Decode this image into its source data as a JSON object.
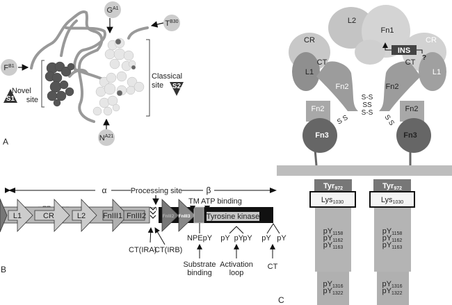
{
  "panel_a": {
    "label": "A",
    "residues": {
      "gA1": {
        "base": "G",
        "sup": "A1"
      },
      "tB30": {
        "base": "T",
        "sup": "B30"
      },
      "fB1": {
        "base": "F",
        "sup": "B1"
      },
      "nA21": {
        "base": "N",
        "sup": "A21"
      }
    },
    "novel_site": [
      "Novel",
      "site"
    ],
    "classical_site": [
      "Classical",
      "site"
    ],
    "s1": "S1",
    "s2": "S2"
  },
  "panel_b": {
    "label": "B",
    "alpha": "α",
    "beta": "β",
    "processing_site": "Processing site",
    "domains": [
      "L1",
      "CR",
      "L2",
      "FnIII1",
      "FnIII2",
      "FnIII2",
      "FnIII3"
    ],
    "tm": "TM",
    "atp_binding": "ATP binding",
    "tyrosine_kinase": "Tyrosine kinase",
    "ct_ira": "CT(IRA)",
    "ct_irb": "CT(IRB)",
    "npepy": "NPEpY",
    "substrate_binding": [
      "Substrate",
      "binding"
    ],
    "activation_pys": "pY  pYpY",
    "activation_loop": [
      "Activation",
      "loop"
    ],
    "ct_pys": [
      "pY",
      "pY"
    ],
    "ct": "CT"
  },
  "panel_c": {
    "label": "C",
    "domains": {
      "l2": "L2",
      "fn1": "Fn1",
      "cr_left": "CR",
      "cr_right": "CR",
      "ins": "INS",
      "question": "?",
      "ct_left": "CT",
      "ct_right": "CT",
      "l1_left": "L1",
      "l1_right": "L1",
      "fn2_left": "Fn2",
      "fn2_right": "Fn2",
      "fn2_lower_left": "Fn2",
      "fn2_lower_right": "Fn2",
      "fn3_left": "Fn3",
      "fn3_right": "Fn3"
    },
    "disulfides": [
      "S-S",
      "SS",
      "S-S"
    ],
    "ss_left": "S S",
    "ss_right": "S S",
    "columns": [
      {
        "tyr": {
          "base": "Tyr",
          "sub": "972"
        },
        "lys": {
          "base": "Lys",
          "sub": "1030"
        },
        "pys": [
          {
            "base": "pY",
            "sub": "1158"
          },
          {
            "base": "pY",
            "sub": "1162"
          },
          {
            "base": "pY",
            "sub": "1163"
          }
        ],
        "ct_pys": [
          {
            "base": "pY",
            "sub": "1316"
          },
          {
            "base": "pY",
            "sub": "1322"
          }
        ]
      },
      {
        "tyr": {
          "base": "Tyr",
          "sub": "972"
        },
        "lys": {
          "base": "Lys",
          "sub": "1030"
        },
        "pys": [
          {
            "base": "pY",
            "sub": "1158"
          },
          {
            "base": "pY",
            "sub": "1162"
          },
          {
            "base": "pY",
            "sub": "1163"
          }
        ],
        "ct_pys": [
          {
            "base": "pY",
            "sub": "1316"
          },
          {
            "base": "pY",
            "sub": "1322"
          }
        ]
      }
    ]
  },
  "colors": {
    "light": "#c8c8c8",
    "mid": "#a6a6a6",
    "dark": "#6e6e6e",
    "black": "#111111"
  }
}
